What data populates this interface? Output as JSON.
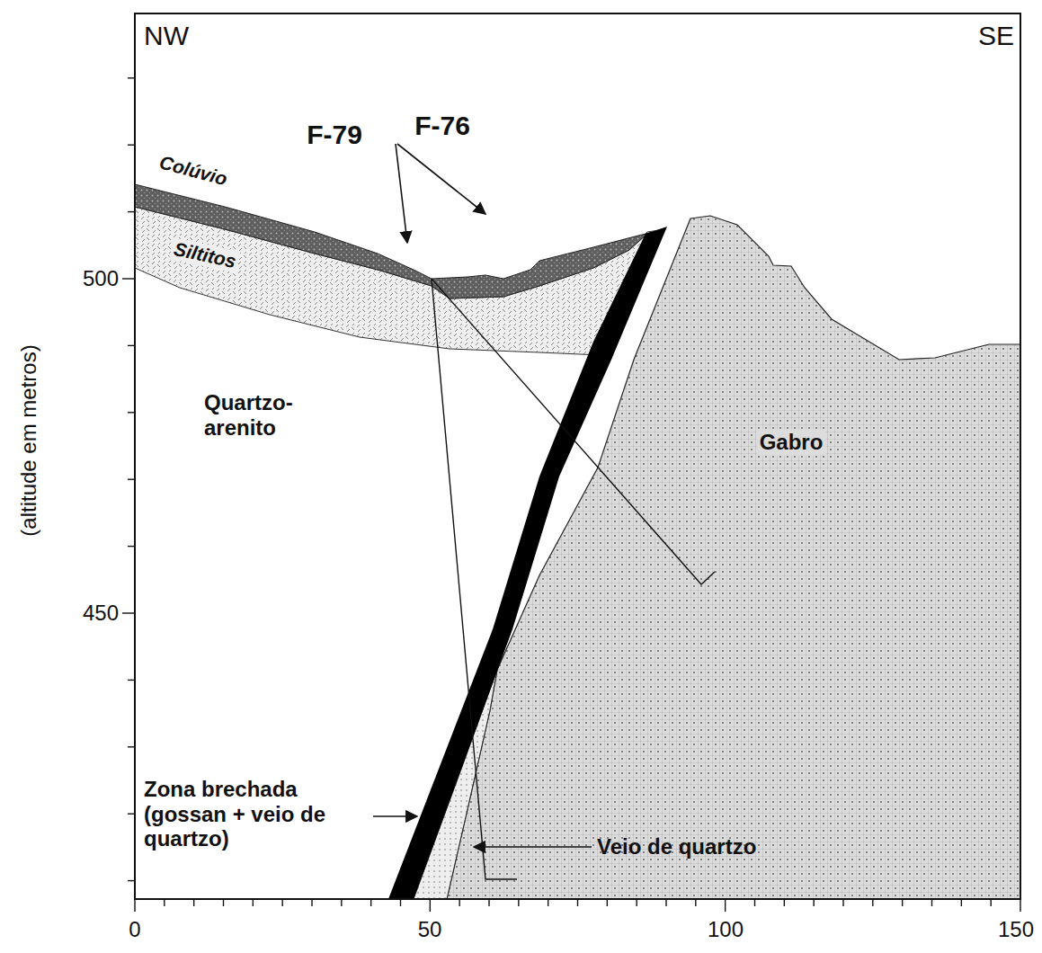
{
  "diagram": {
    "labels": [
      "NW",
      "SE",
      "F-79",
      "F-76",
      "Colúvio",
      "Siltitos",
      "500",
      "450",
      "(altitude em metros)",
      "Quartzo-arenito",
      "Gabro",
      "Zona brechada (gossan + veio de quartzo)",
      "Veio de quartzo",
      "0",
      "50",
      "100",
      "150"
    ]
  }
}
